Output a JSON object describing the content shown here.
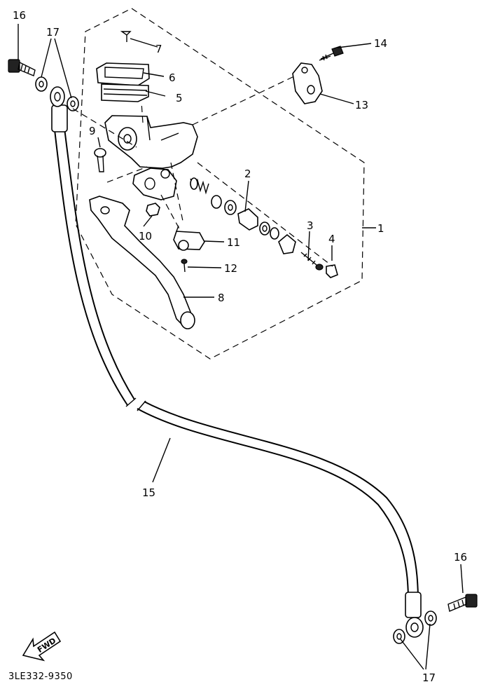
{
  "callouts": {
    "c1": "1",
    "c2": "2",
    "c3": "3",
    "c4": "4",
    "c5": "5",
    "c6": "6",
    "c7": "7",
    "c8": "8",
    "c9": "9",
    "c10": "10",
    "c11": "11",
    "c12": "12",
    "c13": "13",
    "c14": "14",
    "c15": "15",
    "c16_top": "16",
    "c16_bottom": "16",
    "c17_top": "17",
    "c17_bottom": "17"
  },
  "diagram_code": "3LE332-9350",
  "fwd_label": "FWD"
}
